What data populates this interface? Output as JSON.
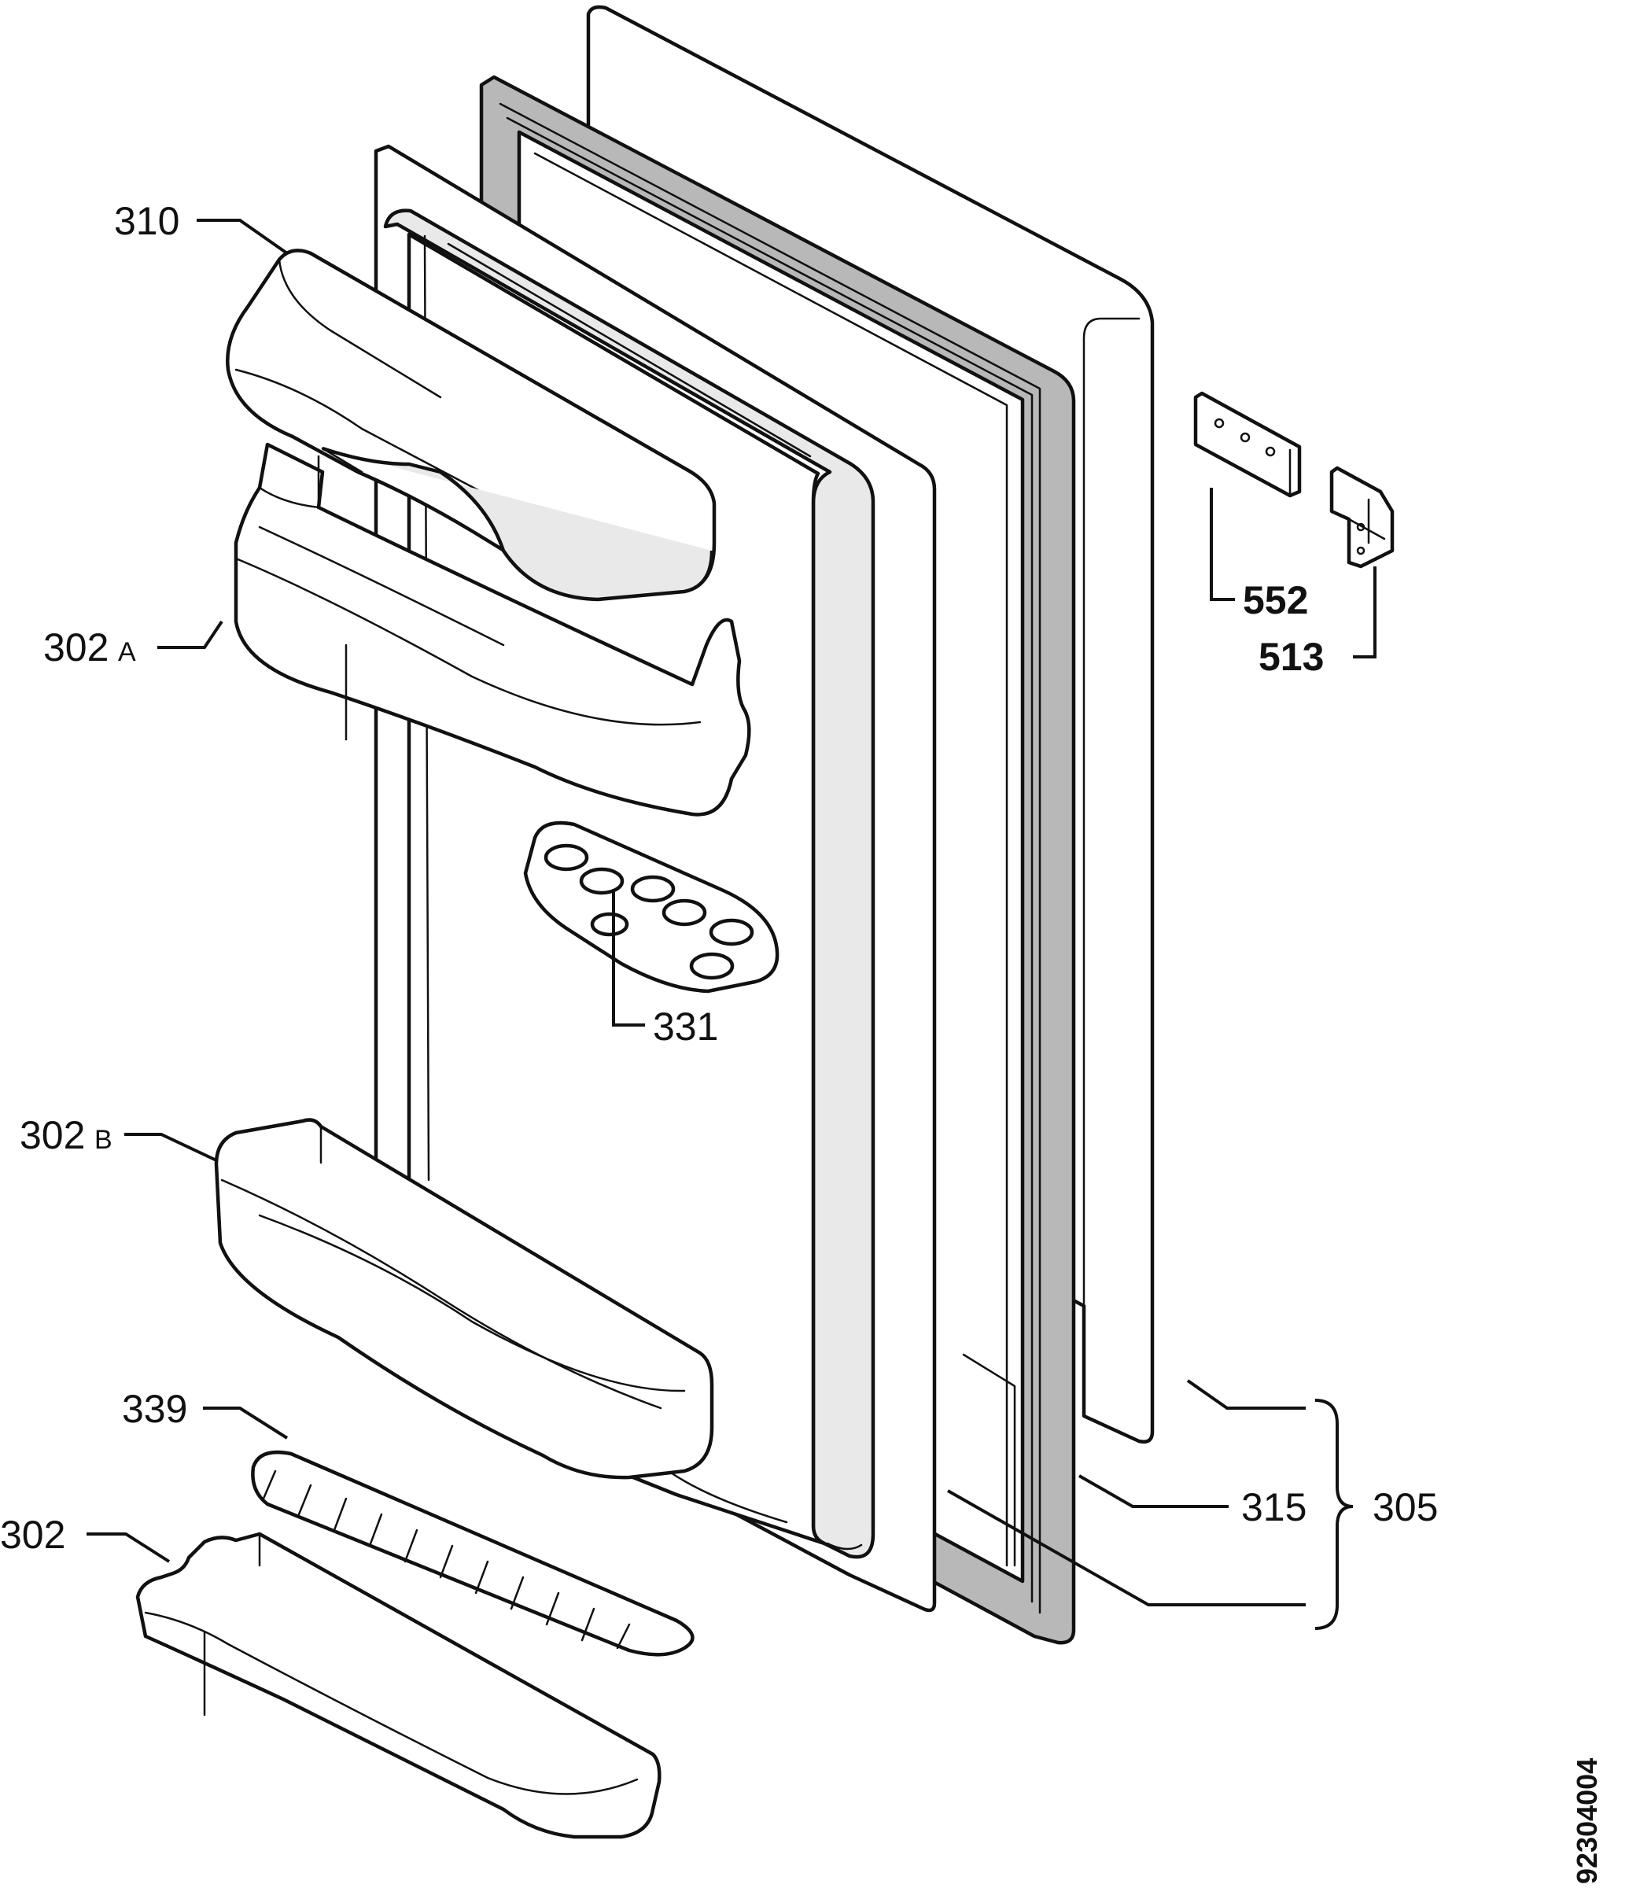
{
  "labels": {
    "l310": "310",
    "l302A_num": "302",
    "l302A_suf": "A",
    "l331": "331",
    "l302B_num": "302",
    "l302B_suf": "B",
    "l339": "339",
    "l302": "302",
    "l552": "552",
    "l513": "513",
    "l315": "315",
    "l305": "305"
  },
  "figure_id": "92304004",
  "colors": {
    "line": "#111111",
    "background": "#ffffff",
    "gasket_fill": "#b8b8b8",
    "panel_shade": "#e9e9e9"
  }
}
